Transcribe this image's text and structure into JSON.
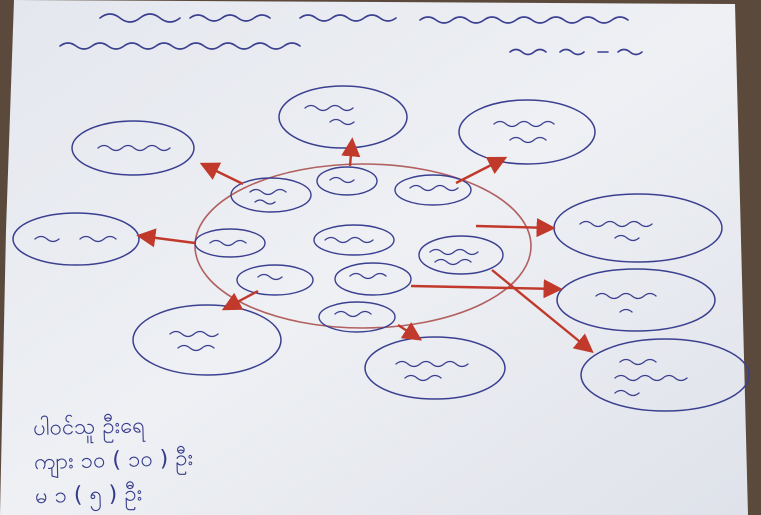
{
  "photo": {
    "subject": "handwritten-mind-map-chart-paper",
    "paper_color": "#e9ebf0",
    "ink_color": "#3b3f8f",
    "red_ink_color": "#c0392b"
  },
  "bottom_notes": {
    "line1": "ပါဝင်သူ ဦးရေ",
    "line2": "ကျား  ၁၀  ( ၁၀ ) ဦး",
    "line3": "မ  ၁  ( ၅ ) ဦး"
  }
}
